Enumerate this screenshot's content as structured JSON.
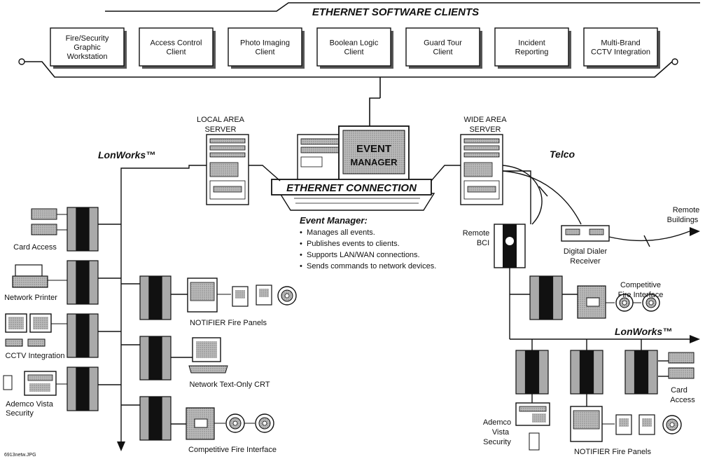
{
  "header": {
    "title": "ETHERNET SOFTWARE CLIENTS"
  },
  "clients": [
    {
      "lines": [
        "Fire/Security",
        "Graphic",
        "Workstation"
      ]
    },
    {
      "lines": [
        "Access Control",
        "Client"
      ]
    },
    {
      "lines": [
        "Photo Imaging",
        "Client"
      ]
    },
    {
      "lines": [
        "Boolean Logic",
        "Client"
      ]
    },
    {
      "lines": [
        "Guard Tour",
        "Client"
      ]
    },
    {
      "lines": [
        "Incident",
        "Reporting"
      ]
    },
    {
      "lines": [
        "Multi-Brand",
        "CCTV Integration"
      ]
    }
  ],
  "servers": {
    "local": {
      "line1": "LOCAL AREA",
      "line2": "SERVER"
    },
    "wide": {
      "line1": "WIDE AREA",
      "line2": "SERVER"
    }
  },
  "event_manager": {
    "box_line1": "EVENT",
    "box_line2": "MANAGER",
    "connection_label": "ETHERNET CONNECTION",
    "heading": "Event Manager:",
    "bullets": [
      "Manages all events.",
      "Publishes events to clients.",
      "Supports LAN/WAN connections.",
      "Sends commands to network devices."
    ]
  },
  "left_network": {
    "label": "LonWorks™",
    "devices": [
      {
        "label": "Card Access"
      },
      {
        "label": "Network Printer"
      },
      {
        "label": "CCTV Integration"
      },
      {
        "line1": "Ademco Vista",
        "line2": "Security"
      }
    ],
    "branches": [
      {
        "label": "NOTIFIER Fire Panels"
      },
      {
        "label": "Network Text-Only CRT"
      },
      {
        "label": "Competitive Fire Interface"
      }
    ]
  },
  "right_network": {
    "telco_label": "Telco",
    "remote_bci": {
      "line1": "Remote",
      "line2": "BCI"
    },
    "dialer": {
      "line1": "Digital Dialer",
      "line2": "Receiver"
    },
    "remote_buildings": {
      "line1": "Remote",
      "line2": "Buildings"
    },
    "competitive": {
      "line1": "Competitive",
      "line2": "Fire Interface"
    },
    "label": "LonWorks™",
    "ademco": {
      "line1": "Ademco",
      "line2": "Vista",
      "line3": "Security"
    },
    "notifier": {
      "label": "NOTIFIER Fire Panels"
    },
    "card_access": {
      "line1": "Card",
      "line2": "Access"
    }
  },
  "footer": {
    "filename": "6913netw.JPG"
  }
}
